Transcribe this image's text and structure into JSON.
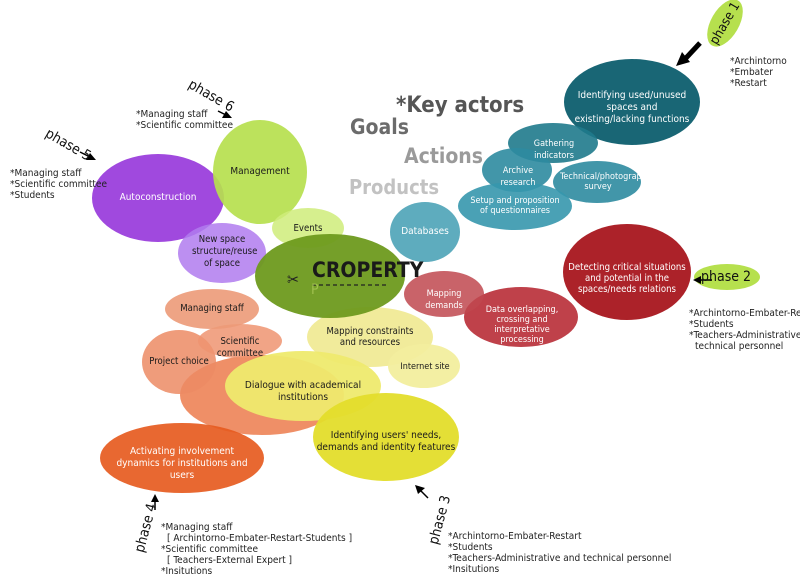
{
  "legend": {
    "key_actors": "*Key actors",
    "goals": "Goals",
    "actions": "Actions",
    "products": "Products"
  },
  "center": {
    "title": "CROPERTY",
    "sub": "P",
    "scissors_icon": "✂"
  },
  "nodes": {
    "identifying_spaces": "Identifying used/unused spaces and existing/lacking functions",
    "gathering_indicators": "Gathering indicators",
    "archive_research": "Archive research",
    "technical_survey": "Technical/photographic survey",
    "setup_questionnaires": "Setup and proposition of questionnaires",
    "databases": "Databases",
    "detecting_critical": "Detecting critical situations and potential in the spaces/needs relations",
    "data_overlapping": "Data overlapping, crossing and interpretative processing",
    "mapping_demands": "Mapping demands",
    "mapping_constraints": "Mapping constraints and resources",
    "internet_site": "Internet site",
    "identifying_users": "Identifying users' needs, demands and identity features",
    "dialogue": "Dialogue with academical institutions",
    "activating": "Activating involvement dynamics for institutions and users",
    "project_choice": "Project choice",
    "scientific_committee": "Scientific committee",
    "managing_staff": "Managing staff",
    "new_space": "New space structure/reuse of space",
    "autoconstruction": "Autoconstruction",
    "management": "Management",
    "events": "Events"
  },
  "phases": {
    "phase1": "phase 1",
    "phase2": "phase 2",
    "phase3": "phase 3",
    "phase4": "phase 4",
    "phase5": "phase 5",
    "phase6": "phase 6"
  },
  "actors": {
    "phase1": [
      "*Archintorno",
      "*Embater",
      "*Restart"
    ],
    "phase2": [
      "*Archintorno-Embater-Restart",
      "*Students",
      "*Teachers-Administrative and",
      "technical personnel"
    ],
    "phase3": [
      "*Archintorno-Embater-Restart",
      "*Students",
      "*Teachers-Administrative and technical personnel",
      "*Insitutions"
    ],
    "phase4": [
      "*Managing staff",
      "[ Archintorno-Embater-Restart-Students ]",
      "*Scientific committee",
      "[ Teachers-External Expert ]",
      "*Insitutions"
    ],
    "phase5": [
      "*Managing staff",
      "*Scientific committee",
      "*Students"
    ],
    "phase6": [
      "*Managing staff",
      "*Scientific committee"
    ]
  },
  "colors": {
    "teal_dark": "#0d5e6e",
    "teal": "#2f8a9c",
    "red": "#a8161e",
    "olive": "#6e9a1e",
    "lime": "#b6e04e",
    "yellow": "#e3dd2b",
    "orange": "#e8672e",
    "purple": "#9b3fdc",
    "salmon": "#ec9a78"
  }
}
